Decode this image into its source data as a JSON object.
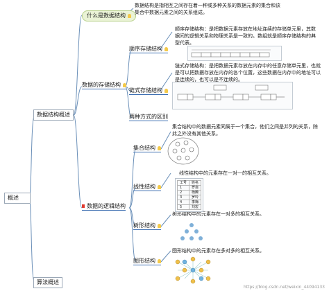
{
  "root": {
    "label": "概述"
  },
  "level1": {
    "data_structure_overview": "数据结构概述",
    "algorithm_overview": "算法概述"
  },
  "level2": {
    "what_is_ds": "什么是数据结构",
    "storage_structure": "数据的存储结构",
    "logical_structure": "数据的逻辑结构"
  },
  "storage": {
    "sequential": "顺序存储结构",
    "linked": "链式存储结构",
    "difference": "两种方式的区别"
  },
  "logical": {
    "set": "集合结构",
    "linear": "线性结构",
    "tree": "树形结构",
    "graph": "图形结构"
  },
  "descriptions": {
    "what_is_ds": "数据结构是指相互之间存在着一种或多种关系的数据元素的集合和该集合中数据元素之间的关系组成。",
    "sequential": "顺序存储结构：是把数据元素存放在地址连续的存储单元里，其数据间的逻辑关系和物理关系是一致的。数组就是顺序存储结构的典型代表。",
    "linked": "链式存储结构：是把数据元素存放在内存中的任意存储单元里，也就是可以把数据存放在内存的各个位置，这些数据在内存中的地址可以是连续的，也可以是不连续的。",
    "set": "集合结构中的数据元素同属于一个集合，他们之间是并列的关系，除此之外没有其他关系。",
    "linear": "线性结构中的元素存在一对一的相互关系。",
    "tree": "树形结构中的元素存在一对多的相互关系。",
    "graph": "图形结构中的元素存在多对多的相互关系。"
  },
  "linear_table": {
    "headers": [
      "工号",
      "姓名"
    ],
    "rows": [
      [
        "1",
        "罗自"
      ],
      [
        "2",
        "杨腾"
      ],
      [
        "3",
        "罗玲"
      ],
      [
        "4",
        "李梅"
      ],
      [
        "5",
        "刘宏"
      ]
    ]
  },
  "watermark": "https://blog.csdn.net/weixin_44094133",
  "colors": {
    "green_node_fill": "#eaf3d6",
    "green_node_border": "#b5cf86",
    "branch_line": "#6a8fb8",
    "icon_bulb": "#f3c94a",
    "icon_flag": "#e03a2f",
    "underline": "#3b6db0"
  },
  "icons": {
    "what_is_ds": "lightbulb-icon",
    "storage_structure": "lightbulb-icon",
    "sequential": "lightbulb-icon",
    "linked": "lightbulb-icon",
    "logical_structure": "flag-icon",
    "set": "lightbulb-icon",
    "linear": "lightbulb-icon",
    "tree": "lightbulb-icon",
    "graph": "lightbulb-icon"
  }
}
